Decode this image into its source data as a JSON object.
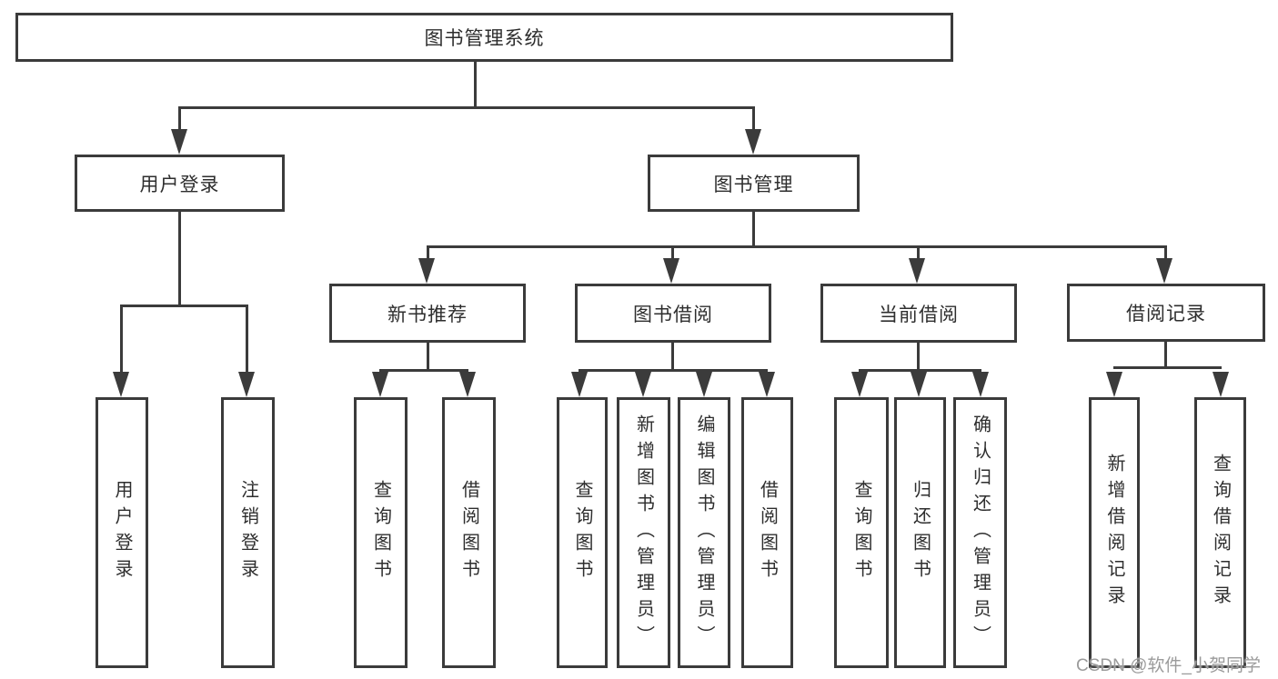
{
  "nodes": {
    "root": "图书管理系统",
    "l2_login": "用户登录",
    "l2_mgmt": "图书管理",
    "l3_recommend": "新书推荐",
    "l3_borrow": "图书借阅",
    "l3_current": "当前借阅",
    "l3_records": "借阅记录",
    "leaf_login_user": "用户登录",
    "leaf_login_logout": "注销登录",
    "leaf_rec_query": "查询图书",
    "leaf_rec_borrow": "借阅图书",
    "leaf_bor_query": "查询图书",
    "leaf_bor_add": "新增图书（管理员）",
    "leaf_bor_edit": "编辑图书（管理员）",
    "leaf_bor_borrow": "借阅图书",
    "leaf_cur_query": "查询图书",
    "leaf_cur_return": "归还图书",
    "leaf_cur_confirm": "确认归还（管理员）",
    "leaf_recs_add": "新增借阅记录",
    "leaf_recs_query": "查询借阅记录"
  },
  "watermark": "CSDN @软件_小贺同学",
  "colors": {
    "line": "#3b3b3b",
    "text": "#2e2e2e",
    "watermark": "#9b9b9b",
    "background": "#ffffff"
  }
}
